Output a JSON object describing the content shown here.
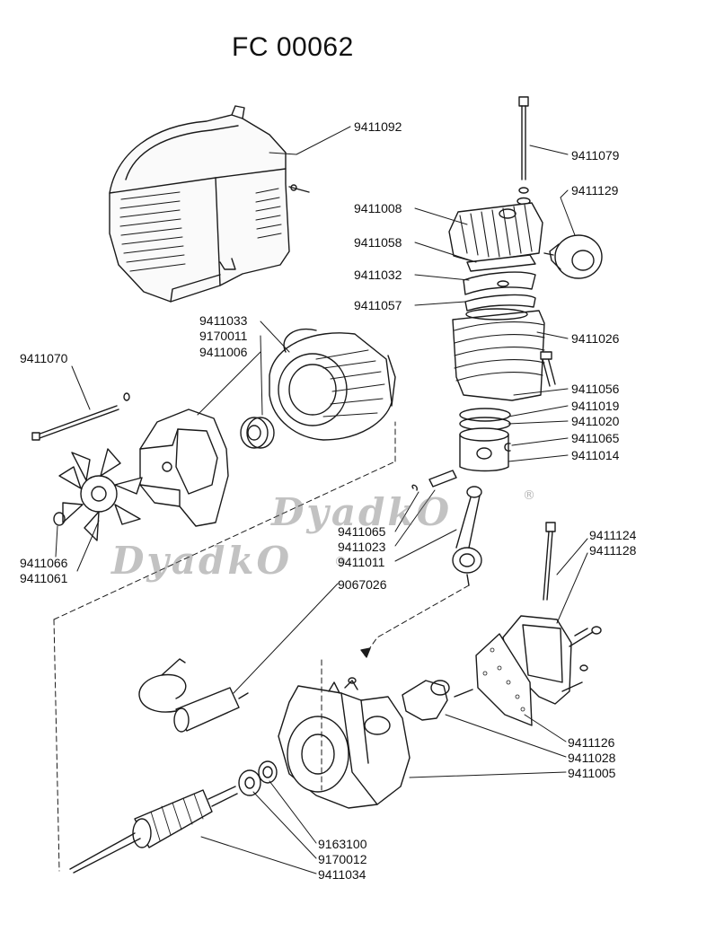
{
  "title": "FC 00062",
  "watermark": {
    "text": "DyadkO",
    "registered": "®"
  },
  "labels": {
    "l9411092": "9411092",
    "l9411079": "9411079",
    "l9411129": "9411129",
    "l9411008": "9411008",
    "l9411058": "9411058",
    "l9411032": "9411032",
    "l9411057": "9411057",
    "l9411026": "9411026",
    "l9411056": "9411056",
    "l9411019": "9411019",
    "l9411020": "9411020",
    "l9411065a": "9411065",
    "l9411014": "9411014",
    "l9411033": "9411033",
    "l9170011": "9170011",
    "l9411006": "9411006",
    "l9411070": "9411070",
    "l9411066": "9411066",
    "l9411061": "9411061",
    "l9411065b": "9411065",
    "l9411023": "9411023",
    "l9411011": "9411011",
    "l9067026": "9067026",
    "l9411124": "9411124",
    "l9411128": "9411128",
    "l9411126": "9411126",
    "l9411028": "9411028",
    "l9411005": "9411005",
    "l9163100": "9163100",
    "l9170012": "9170012",
    "l9411034": "9411034"
  }
}
